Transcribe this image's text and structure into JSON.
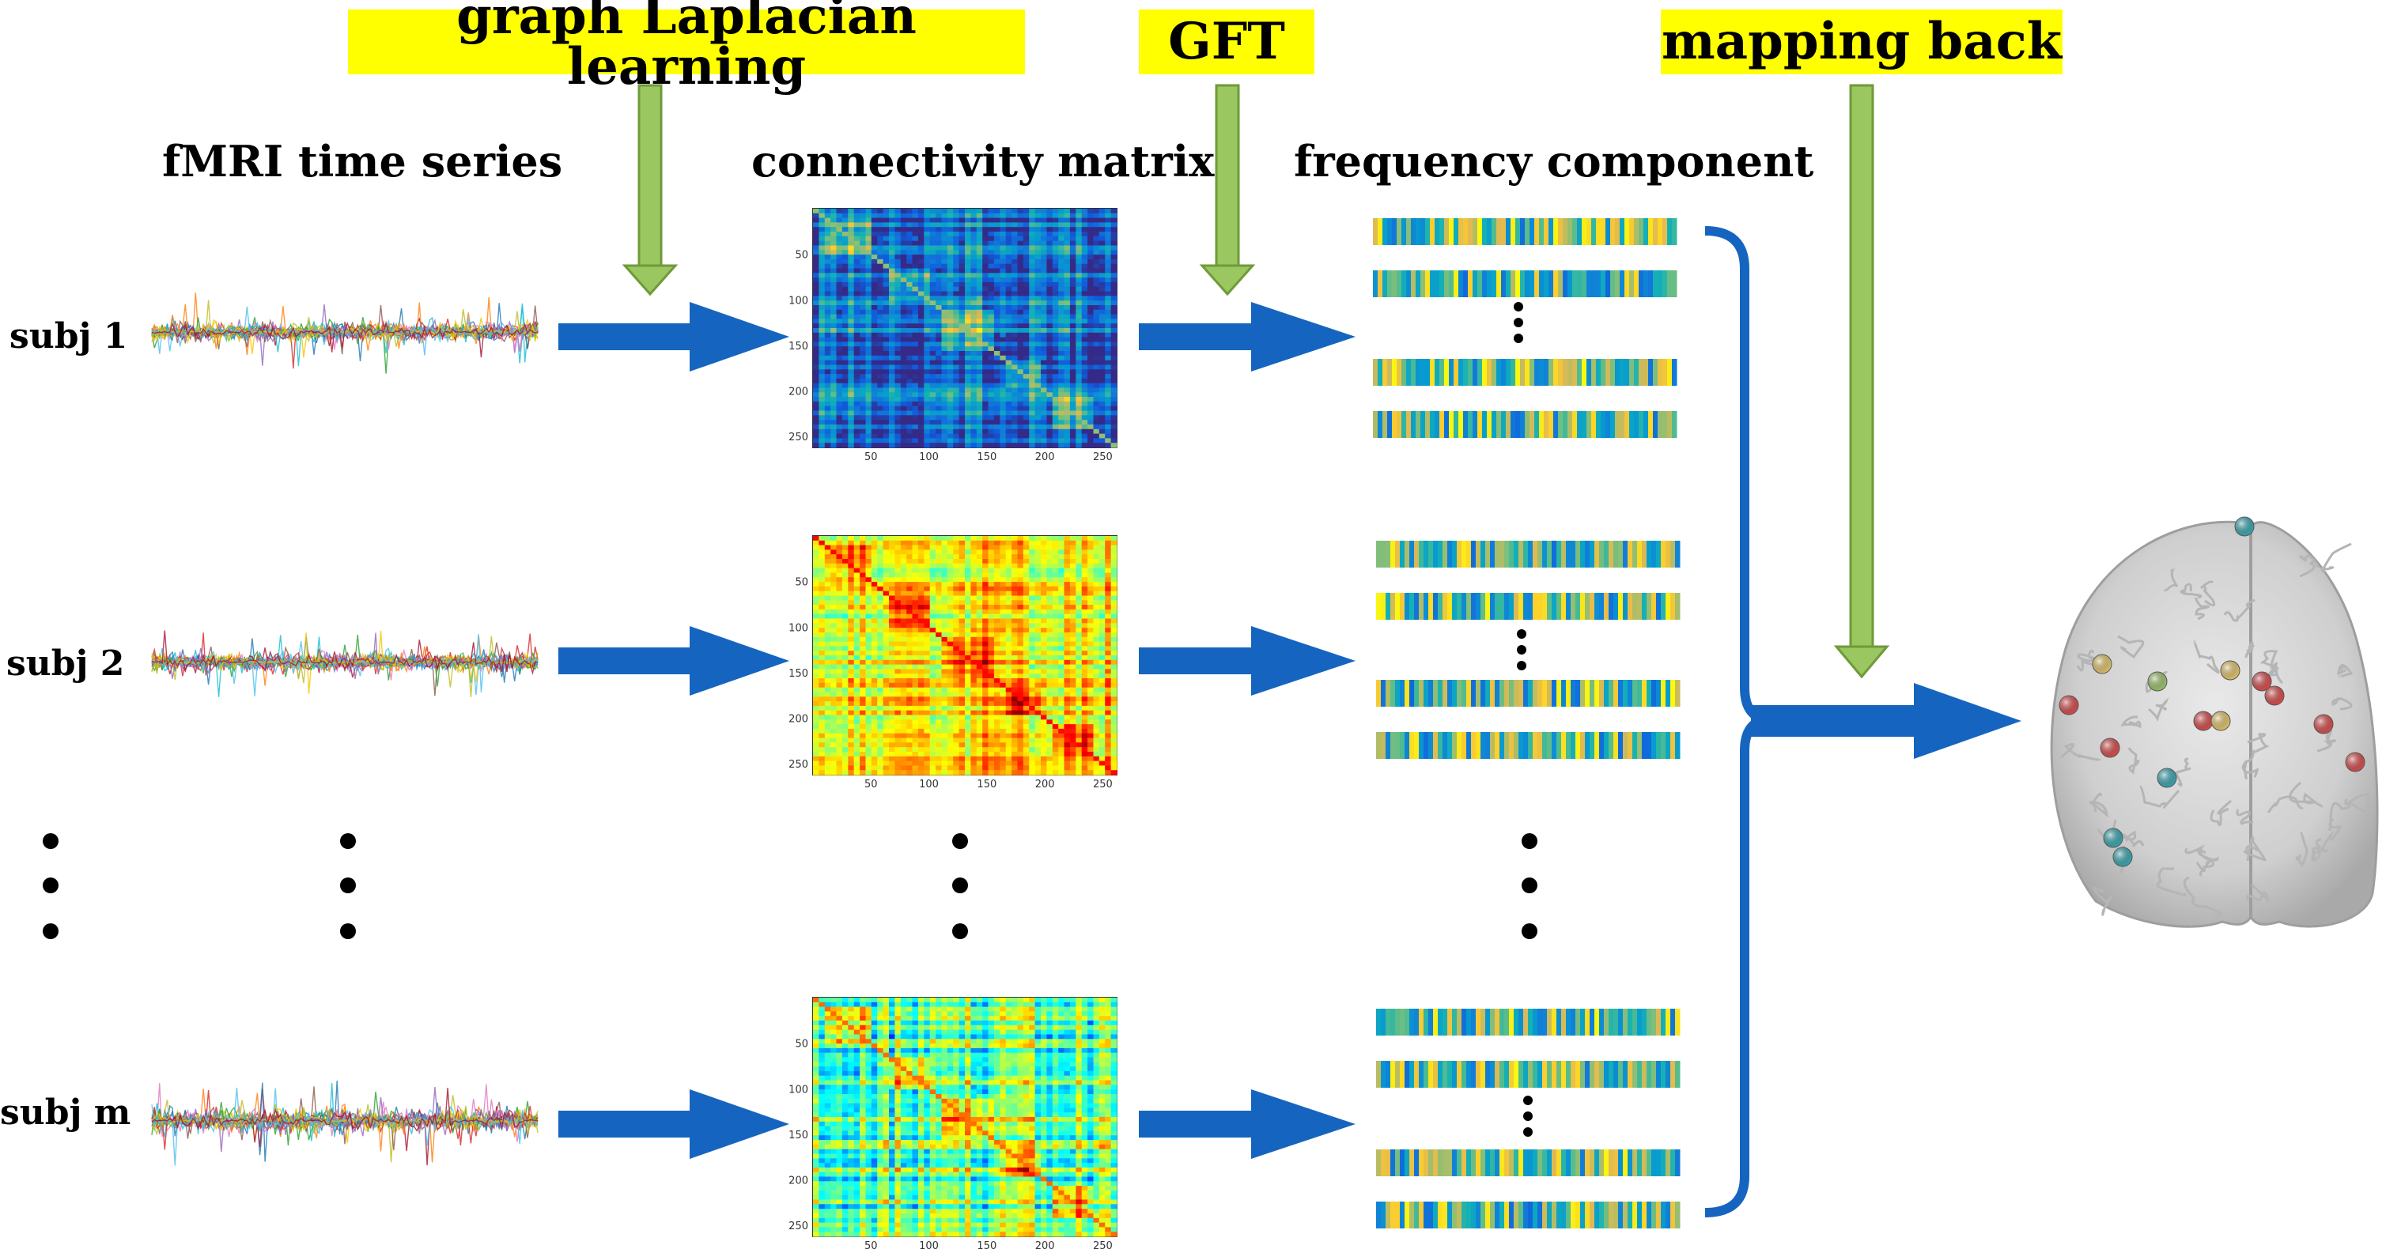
{
  "steps": [
    {
      "id": "graph-laplacian",
      "label": "graph Laplacian learning"
    },
    {
      "id": "gft",
      "label": "GFT"
    },
    {
      "id": "mapping-back",
      "label": "mapping back"
    }
  ],
  "columns": {
    "time_series": "fMRI time series",
    "connectivity": "connectivity matrix",
    "frequency": "frequency component"
  },
  "subjects": [
    {
      "label": "subj 1",
      "matrix_scheme": "blue"
    },
    {
      "label": "subj 2",
      "matrix_scheme": "warm"
    },
    {
      "label": "subj m",
      "matrix_scheme": "mixed"
    }
  ],
  "matrix_ticks": [
    "50",
    "100",
    "150",
    "200",
    "250"
  ],
  "colors": {
    "highlight": "#ffff00",
    "green_arrow": "#9ac75f",
    "green_arrow_edge": "#6f9a3a",
    "blue_arrow": "#1565c0"
  },
  "icons": {
    "brain": "brain-top-view-with-nodes"
  }
}
